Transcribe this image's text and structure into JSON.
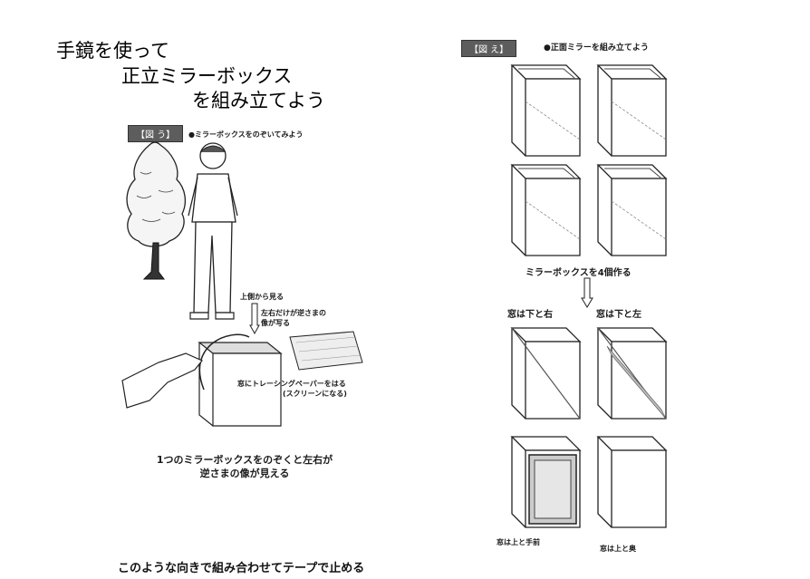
{
  "title": {
    "line1": "手鏡を使って",
    "line2": "正立ミラーボックス",
    "line3": "を組み立てよう"
  },
  "left_figure": {
    "tag": "【図 う】",
    "heading": "●ミラーボックスをのぞいてみよう",
    "view_from_top": "上側から見る",
    "reversed_note_1": "左右だけが逆さまの",
    "reversed_note_2": "像が写る",
    "tracing_paper_1": "窓にトレーシングペーパーをはる",
    "tracing_paper_2": "(スクリーンになる)",
    "caption_1": "1つのミラーボックスをのぞくと左右が",
    "caption_2": "逆さまの像が見える"
  },
  "right_figure": {
    "tag": "【図 え】",
    "heading": "●正面ミラーを組み立てよう",
    "make_four": "ミラーボックスを4個作る",
    "label_bottom_right": "窓は下と右",
    "label_bottom_left": "窓は下と左",
    "label_top_front": "窓は上と手前",
    "label_top_back": "窓は上と奥"
  },
  "footer_caption": "このような向きで組み合わせてテープで止める"
}
